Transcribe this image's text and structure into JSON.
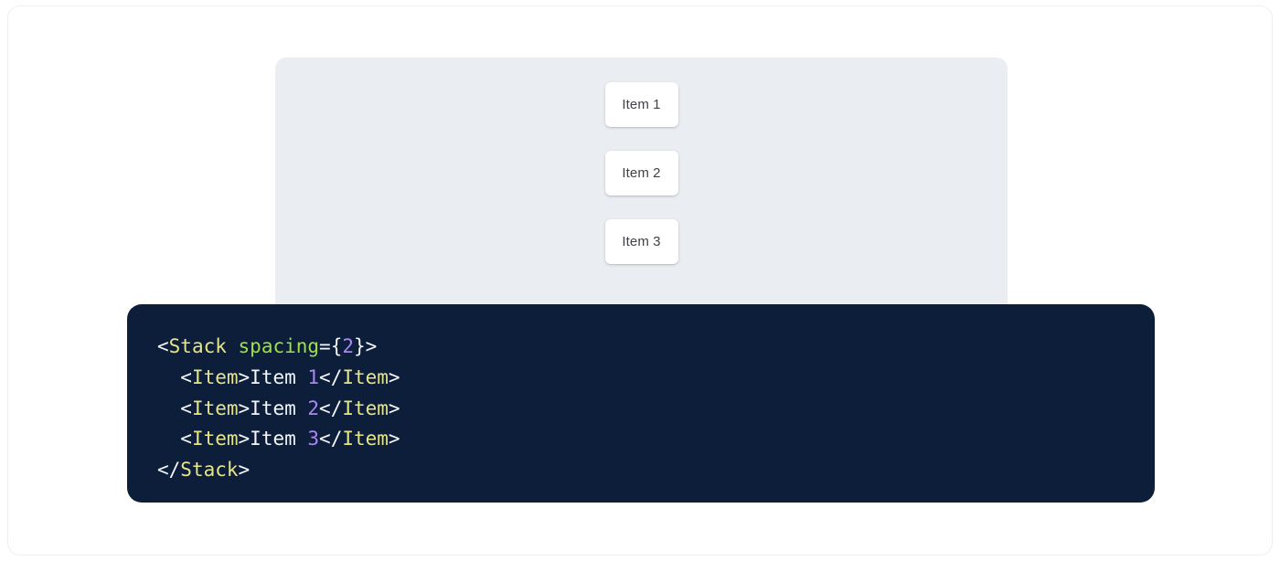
{
  "preview": {
    "panel_name": "stack-preview-panel",
    "background_color": "#eaedf1",
    "items": [
      {
        "label": "Item 1"
      },
      {
        "label": "Item 2"
      },
      {
        "label": "Item 3"
      }
    ]
  },
  "code_block": {
    "background_color": "#0c1e3a",
    "language": "jsx",
    "raw": "<Stack spacing={2}>\n  <Item>Item 1</Item>\n  <Item>Item 2</Item>\n  <Item>Item 3</Item>\n</Stack>",
    "colors": {
      "punctuation": "#f4f6fa",
      "tag": "#e6e589",
      "attribute": "#9fe04a",
      "number": "#ad85f5",
      "text": "#f4f6fa"
    },
    "lines": [
      {
        "tokens": [
          {
            "t": "<",
            "k": "punct"
          },
          {
            "t": "Stack",
            "k": "tag"
          },
          {
            "t": " ",
            "k": "punct"
          },
          {
            "t": "spacing",
            "k": "attr"
          },
          {
            "t": "={",
            "k": "punct"
          },
          {
            "t": "2",
            "k": "num"
          },
          {
            "t": "}>",
            "k": "punct"
          }
        ]
      },
      {
        "tokens": [
          {
            "t": "  <",
            "k": "punct"
          },
          {
            "t": "Item",
            "k": "tag"
          },
          {
            "t": ">",
            "k": "punct"
          },
          {
            "t": "Item ",
            "k": "text"
          },
          {
            "t": "1",
            "k": "num"
          },
          {
            "t": "</",
            "k": "punct"
          },
          {
            "t": "Item",
            "k": "tag"
          },
          {
            "t": ">",
            "k": "punct"
          }
        ]
      },
      {
        "tokens": [
          {
            "t": "  <",
            "k": "punct"
          },
          {
            "t": "Item",
            "k": "tag"
          },
          {
            "t": ">",
            "k": "punct"
          },
          {
            "t": "Item ",
            "k": "text"
          },
          {
            "t": "2",
            "k": "num"
          },
          {
            "t": "</",
            "k": "punct"
          },
          {
            "t": "Item",
            "k": "tag"
          },
          {
            "t": ">",
            "k": "punct"
          }
        ]
      },
      {
        "tokens": [
          {
            "t": "  <",
            "k": "punct"
          },
          {
            "t": "Item",
            "k": "tag"
          },
          {
            "t": ">",
            "k": "punct"
          },
          {
            "t": "Item ",
            "k": "text"
          },
          {
            "t": "3",
            "k": "num"
          },
          {
            "t": "</",
            "k": "punct"
          },
          {
            "t": "Item",
            "k": "tag"
          },
          {
            "t": ">",
            "k": "punct"
          }
        ]
      },
      {
        "tokens": [
          {
            "t": "</",
            "k": "punct"
          },
          {
            "t": "Stack",
            "k": "tag"
          },
          {
            "t": ">",
            "k": "punct"
          }
        ]
      }
    ]
  }
}
